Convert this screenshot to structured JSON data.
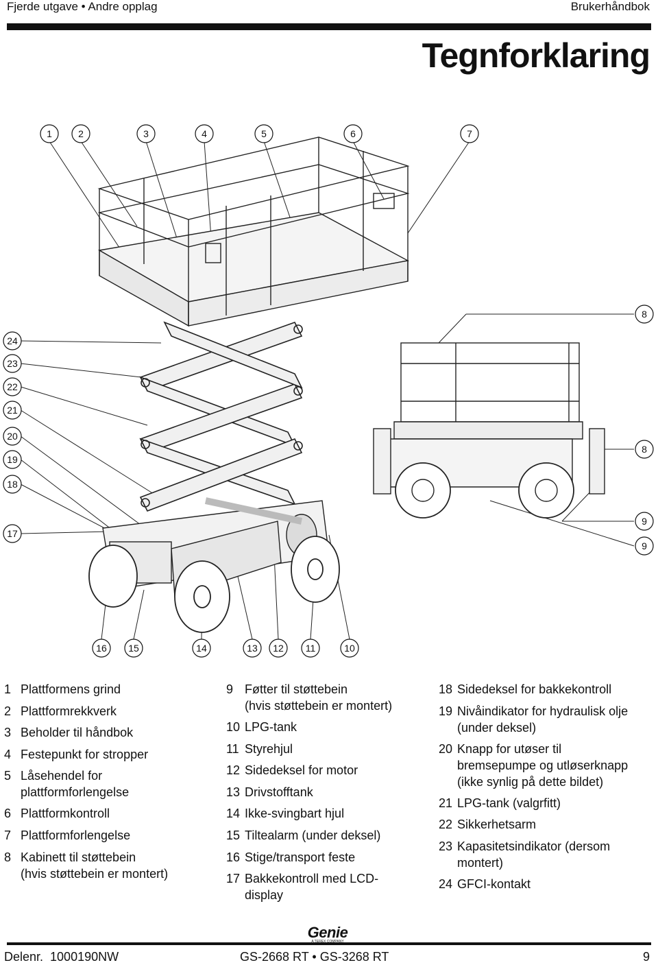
{
  "header": {
    "left": "Fjerde utgave • Andre opplag",
    "right": "Brukerhåndbok"
  },
  "title": "Tegnforklaring",
  "callouts": {
    "top": [
      "1",
      "2",
      "3",
      "4",
      "5",
      "6",
      "7"
    ],
    "left": [
      "24",
      "23",
      "22",
      "21",
      "20",
      "19",
      "18",
      "17"
    ],
    "right": [
      "8",
      "8",
      "9",
      "9"
    ],
    "bottom": [
      "16",
      "15",
      "14",
      "13",
      "12",
      "11",
      "10"
    ]
  },
  "legend": {
    "col1": [
      {
        "num": "1",
        "text": "Plattformens grind"
      },
      {
        "num": "2",
        "text": "Plattformrekkverk"
      },
      {
        "num": "3",
        "text": "Beholder til håndbok"
      },
      {
        "num": "4",
        "text": "Festepunkt for stropper"
      },
      {
        "num": "5",
        "text": "Låsehendel for\nplattformforlengelse"
      },
      {
        "num": "6",
        "text": "Plattformkontroll"
      },
      {
        "num": "7",
        "text": "Plattformforlengelse"
      },
      {
        "num": "8",
        "text": "Kabinett til støttebein\n(hvis støttebein er montert)"
      }
    ],
    "col2": [
      {
        "num": "9",
        "text": "Føtter til støttebein\n(hvis støttebein er montert)"
      },
      {
        "num": "10",
        "text": "LPG-tank"
      },
      {
        "num": "11",
        "text": "Styrehjul"
      },
      {
        "num": "12",
        "text": "Sidedeksel for motor"
      },
      {
        "num": "13",
        "text": "Drivstofftank"
      },
      {
        "num": "14",
        "text": "Ikke-svingbart hjul"
      },
      {
        "num": "15",
        "text": "Tiltealarm (under deksel)"
      },
      {
        "num": "16",
        "text": "Stige/transport feste"
      },
      {
        "num": "17",
        "text": "Bakkekontroll med LCD-\ndisplay"
      }
    ],
    "col3": [
      {
        "num": "18",
        "text": "Sidedeksel for bakkekontroll"
      },
      {
        "num": "19",
        "text": "Nivåindikator for hydraulisk olje\n(under deksel)"
      },
      {
        "num": "20",
        "text": "Knapp for utøser til\nbremsepumpe og utløserknapp\n(ikke synlig på dette bildet)"
      },
      {
        "num": "21",
        "text": "LPG-tank (valgrfitt)"
      },
      {
        "num": "22",
        "text": "Sikkerhetsarm"
      },
      {
        "num": "23",
        "text": "Kapasitetsindikator (dersom\nmontert)"
      },
      {
        "num": "24",
        "text": "GFCI-kontakt"
      }
    ]
  },
  "logo": {
    "word": "Genie",
    "sub": "A TEREX COMPANY"
  },
  "footer": {
    "left": "Delenr.  1000190NW",
    "center": "GS-2668 RT • GS-3268 RT",
    "right": "9"
  }
}
